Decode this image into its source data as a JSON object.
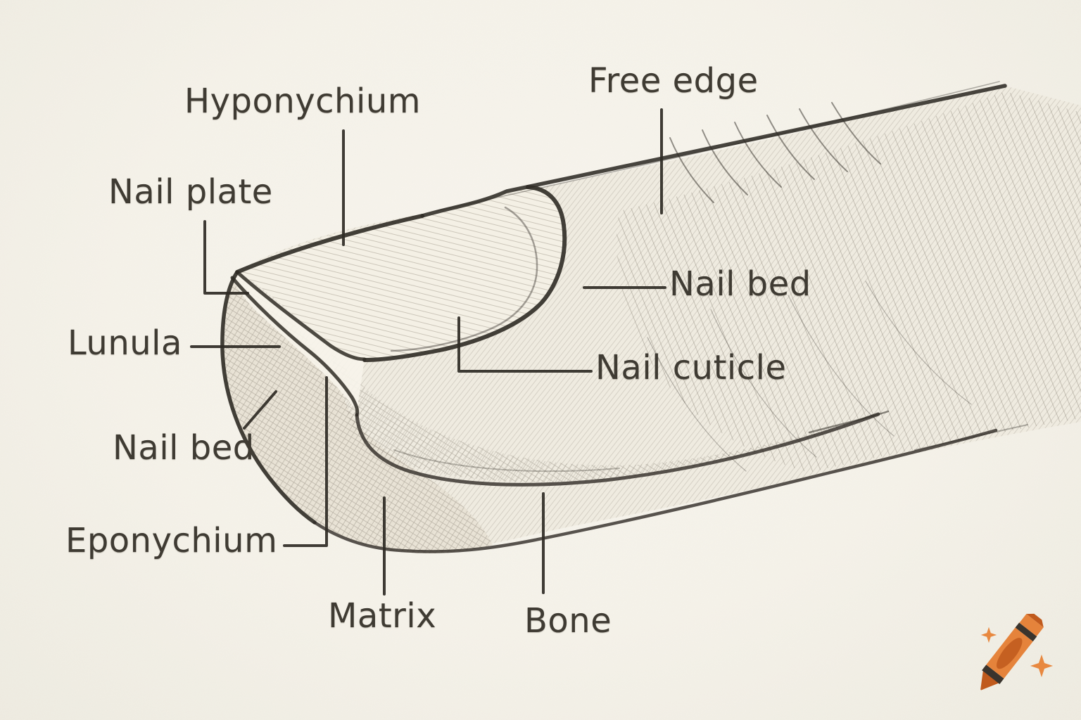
{
  "figure": {
    "description": "Hand-drawn pencil sketch diagram of fingernail anatomy on cream paper; fingertip points left",
    "labels": {
      "hyponychium": "Hyponychium",
      "nail_plate": "Nail plate",
      "lunula": "Lunula",
      "nail_bed_left": "Nail bed",
      "eponychium": "Eponychium",
      "matrix": "Matrix",
      "bone": "Bone",
      "free_edge": "Free edge",
      "nail_bed_right": "Nail bed",
      "nail_cuticle": "Nail cuticle"
    },
    "colors": {
      "paper": "#f6f3ea",
      "pencil": "#2f2b25",
      "label_text": "#3f3b33",
      "crayon_orange": "#e5833b",
      "crayon_dark": "#c05a1d",
      "crayon_band": "#3a342d",
      "sparkle": "#e8883f"
    },
    "logo": {
      "icon": "crayon-icon",
      "sparkles": 2
    }
  }
}
